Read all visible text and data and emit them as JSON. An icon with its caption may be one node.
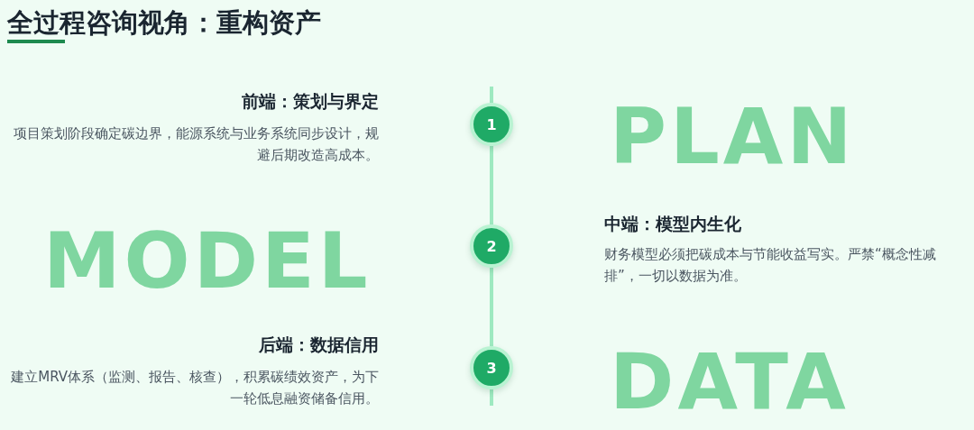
{
  "diagram": {
    "title": "全过程咨询视角：重构资产",
    "nodes": [
      {
        "text": [
          "1"
        ]
      },
      {
        "text": [
          "2"
        ]
      },
      {
        "text": [
          "3"
        ]
      }
    ],
    "edges": [
      {
        "from": 0,
        "to": 1,
        "arrow": "none"
      },
      {
        "from": 1,
        "to": 2,
        "arrow": "none"
      }
    ],
    "labels": [
      "前端：策划与界定",
      "项目策划阶段确定碳边界，能源系统与业务系统同步设计，规避后期改造高成本。",
      "PLAN",
      "中端：模型内生化",
      "财务模型必须把碳成本与节能收益写实。严禁“概念性减排”，一切以数据为准。",
      "MODEL",
      "后端：数据信用",
      "建立MRV体系（监测、报告、核查），积累碳绩效资产，为下一轮低息融资储备信用。",
      "DATA"
    ]
  }
}
